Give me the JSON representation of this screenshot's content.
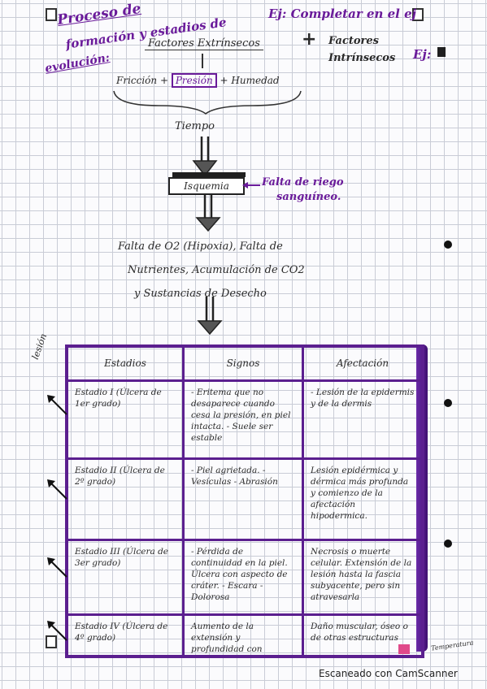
{
  "header": {
    "title_line1": "Proceso de",
    "title_line2": "formación y estadios de",
    "title_line3": "evolución:",
    "ej_right": "Ej: Completar en el ej",
    "ej_right2": "Ej:"
  },
  "diagram": {
    "factores_extrinsecos": "Factores Extrínsecos",
    "plus": "+",
    "factores_intrinsecos_1": "Factores",
    "factores_intrinsecos_2": "Intrínsecos",
    "friccion": "Fricción +",
    "presion": "Presión",
    "humedad": "+ Humedad",
    "tiempo": "Tiempo",
    "isquemia": "Isquemia",
    "falta_riego_1": "Falta de riego",
    "falta_riego_2": "sanguíneo.",
    "consecuencia_1": "Falta de O2 (Hipoxia), Falta de",
    "consecuencia_2": "Nutrientes, Acumulación de CO2",
    "consecuencia_3": "y Sustancias de Desecho"
  },
  "margin_note": "lesión",
  "table": {
    "headers": [
      "Estadios",
      "Signos",
      "Afectación"
    ],
    "rows": [
      {
        "estadio": "Estadio I (Úlcera de 1er grado)",
        "signos": "- Eritema que no desaparece cuando cesa la presión, en piel intacta. - Suele ser estable",
        "afectacion": "- Lesión de la epidermis y de la dermis"
      },
      {
        "estadio": "Estadio II (Úlcera de 2º grado)",
        "signos": "- Piel agrietada. - Vesículas - Abrasión",
        "afectacion": "Lesión epidérmica y dérmica más profunda y comienzo de la afectación hipodermica."
      },
      {
        "estadio": "Estadio III (Úlcera de 3er grado)",
        "signos": "- Pérdida de continuidad en la piel. Úlcera con aspecto de cráter. - Escara - Dolorosa",
        "afectacion": "Necrosis o muerte celular. Extensión de la lesión hasta la fascia subyacente, pero sin atravesarla"
      },
      {
        "estadio": "Estadio IV (Úlcera de 4º grado)",
        "signos": "Aumento de la extensión y profundidad con necrosis de la úlcera",
        "afectacion": "Daño muscular, óseo o de otras estructuras"
      }
    ]
  },
  "footer": {
    "scanner": "Escaneado con CamScanner",
    "bottom_note": "Temperatura"
  }
}
